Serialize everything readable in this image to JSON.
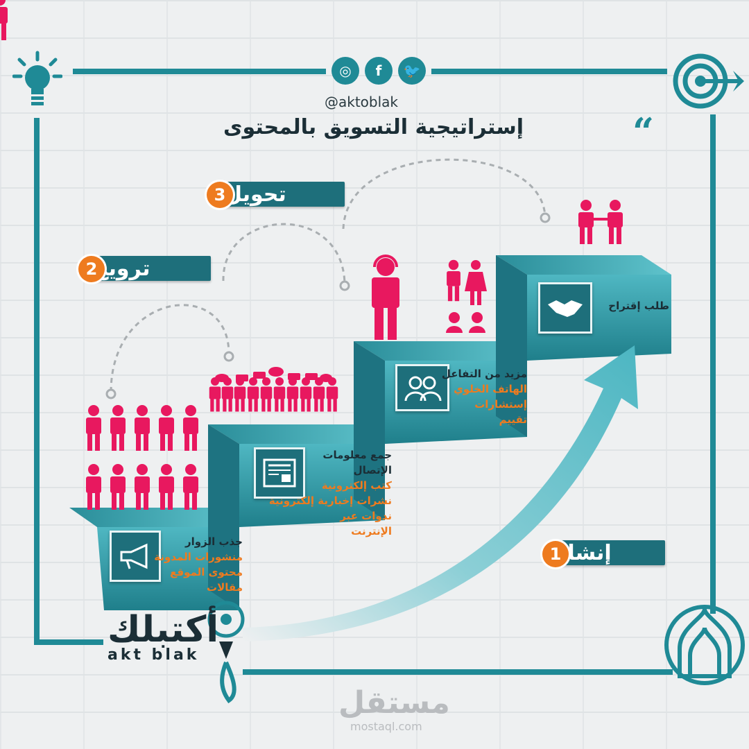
{
  "header": {
    "handle": "@aktoblak",
    "title": "إستراتيجية التسويق بالمحتوى",
    "quote_mark": "“"
  },
  "social": [
    {
      "icon": "instagram-icon",
      "glyph": "◎"
    },
    {
      "icon": "facebook-icon",
      "glyph": "f"
    },
    {
      "icon": "twitter-icon",
      "glyph": "🐦"
    }
  ],
  "stages": [
    {
      "number": "1",
      "label": "إنشاء"
    },
    {
      "number": "2",
      "label": "ترويج"
    },
    {
      "number": "3",
      "label": "تحويل"
    }
  ],
  "steps": [
    {
      "head": "جذب الزوار",
      "items": [
        "منشورات المدونة",
        "محتوى الموقع",
        "مقالات"
      ],
      "icon": "megaphone-icon"
    },
    {
      "head": "جمع معلومات الإتصال",
      "items": [
        "كتب إلكترونية",
        "نشرات إخبارية إلكترونية",
        "ندوات عبر الإنترنت"
      ],
      "icon": "newspaper-icon"
    },
    {
      "head": "مزيد من التفاعل",
      "items": [
        "الهاتف الخلوي",
        "إستشارات",
        "تقييم"
      ],
      "icon": "contacts-icon"
    },
    {
      "head": "طلب إقتراح",
      "items": [],
      "icon": "handshake-icon"
    }
  ],
  "brand": {
    "name_ar": "أكتبلك",
    "name_lat": "akt  blak"
  },
  "watermark": {
    "ar": "مستقل",
    "lat": "mostaql.com"
  },
  "colors": {
    "teal": "#1f8a96",
    "dark_teal": "#1e6f7b",
    "pink": "#e8185f",
    "orange": "#ee7b1f",
    "navy": "#1b2e36"
  }
}
